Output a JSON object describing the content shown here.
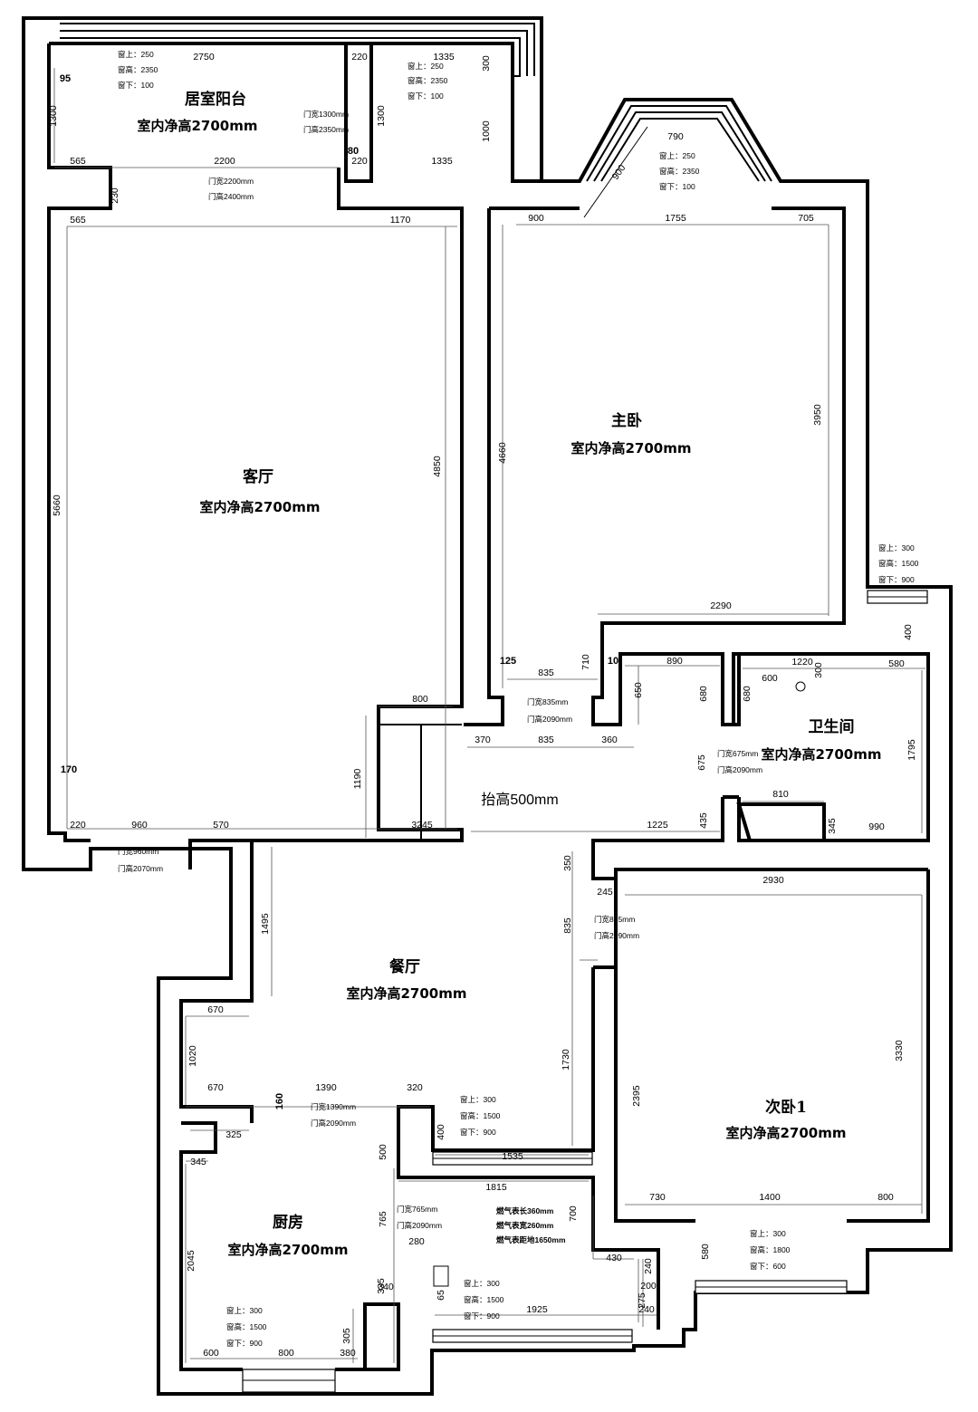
{
  "rooms": {
    "balcony": {
      "name": "居室阳台",
      "height": "室内净高2700mm"
    },
    "living": {
      "name": "客厅",
      "height": "室内净高2700mm"
    },
    "master": {
      "name": "主卧",
      "height": "室内净高2700mm"
    },
    "bath": {
      "name": "卫生间",
      "height": "室内净高2700mm"
    },
    "dining": {
      "name": "餐厅",
      "height": "室内净高2700mm"
    },
    "second": {
      "name": "次卧1",
      "height": "室内净高2700mm"
    },
    "kitchen": {
      "name": "厨房",
      "height": "室内净高2700mm"
    }
  },
  "center_note": "抬高500mm",
  "notes": {
    "bal_win1": [
      "窗上：250",
      "窗高：2350",
      "窗下：100"
    ],
    "bal_win2": [
      "窗上：250",
      "窗高：2350",
      "窗下：100"
    ],
    "bay_win": [
      "窗上：250",
      "窗高：2350",
      "窗下：100"
    ],
    "bal_door": [
      "门宽1300mm",
      "门高2350mm"
    ],
    "living_door": [
      "门宽2200mm",
      "门高2400mm"
    ],
    "master_door": [
      "门宽835mm",
      "门高2090mm"
    ],
    "bath_win": [
      "窗上：300",
      "窗高：1500",
      "窗下：900"
    ],
    "bath_door": [
      "门宽675mm",
      "门高2090mm"
    ],
    "entry_door": [
      "门宽960mm",
      "门高2070mm"
    ],
    "second_door": [
      "门宽835mm",
      "门高2090mm"
    ],
    "kitchen_door": [
      "门宽1390mm",
      "门高2090mm"
    ],
    "dining_win": [
      "窗上：300",
      "窗高：1500",
      "窗下：900"
    ],
    "inner_door": [
      "门宽765mm",
      "门高2090mm"
    ],
    "gas": [
      "燃气表长360mm",
      "燃气表宽260mm",
      "燃气表距地1650mm"
    ],
    "kit_win_mid": [
      "窗上：300",
      "窗高：1500",
      "窗下：900"
    ],
    "kit_win_bot": [
      "窗上：300",
      "窗高：1500",
      "窗下：900"
    ],
    "second_win": [
      "窗上：300",
      "窗高：1800",
      "窗下：600"
    ]
  },
  "dims": {
    "d2750": "2750",
    "d220a": "220",
    "d1335a": "1335",
    "d300a": "300",
    "d95": "95",
    "d1300a": "1300",
    "d1300b": "1300",
    "d1000": "1000",
    "d80": "80",
    "d565a": "565",
    "d2200": "2200",
    "d220b": "220",
    "d1335b": "1335",
    "d230": "230",
    "d565b": "565",
    "d1170": "1170",
    "d790": "790",
    "d900a": "900",
    "d900b": "900",
    "d1755": "1755",
    "d705": "705",
    "d4660": "4660",
    "d3950": "3950",
    "d5660": "5660",
    "d4850": "4850",
    "d2290": "2290",
    "d125": "125",
    "d835a": "835",
    "d710": "710",
    "d10": "10",
    "d890": "890",
    "d650": "650",
    "d680a": "680",
    "d680b": "680",
    "d1220": "1220",
    "d300b": "300",
    "d600": "600",
    "d580a": "580",
    "d800a": "800",
    "d1190": "1190",
    "d370": "370",
    "d835b": "835",
    "d360a": "360",
    "d675": "675",
    "d1795": "1795",
    "d810": "810",
    "d435": "435",
    "d345a": "345",
    "d990": "990",
    "d170": "170",
    "d220c": "220",
    "d960": "960",
    "d570": "570",
    "d3245": "3245",
    "d1225": "1225",
    "d350": "350",
    "d245": "245",
    "d2930": "2930",
    "d835c": "835",
    "d1495": "1495",
    "d670a": "670",
    "d1020": "1020",
    "d1730": "1730",
    "d2395": "2395",
    "d3330": "3330",
    "d670b": "670",
    "d1390": "1390",
    "d320": "320",
    "d160": "160",
    "d400": "400",
    "d325": "325",
    "d500": "500",
    "d1535": "1535",
    "d345b": "345",
    "d1815": "1815",
    "d730": "730",
    "d1400": "1400",
    "d800b": "800",
    "d765": "765",
    "d700": "700",
    "d280": "280",
    "d580b": "580",
    "d2045": "2045",
    "d430": "430",
    "d240a": "240",
    "d200": "200",
    "d335": "335",
    "d340": "340",
    "d65": "65",
    "d275": "275",
    "d1925": "1925",
    "d240b": "240",
    "d305": "305",
    "d600b": "600",
    "d800c": "800",
    "d380": "380"
  }
}
